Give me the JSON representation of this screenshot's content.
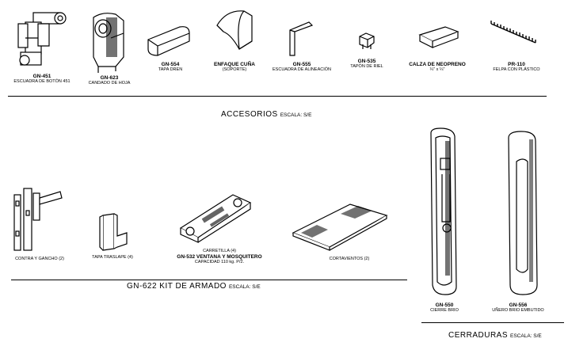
{
  "accesorios": {
    "title": "ACCESORIOS",
    "scale": "ESCALA: S/E",
    "items": [
      {
        "code": "GN-451",
        "name": "ESCUADRA DE BOTÓN 451",
        "icon": "corner-bracket-icon"
      },
      {
        "code": "GN-623",
        "name": "CANDADO DE HOJA",
        "icon": "sash-lock-icon"
      },
      {
        "code": "GN-554",
        "name": "TAPA DREN",
        "icon": "drain-cap-icon"
      },
      {
        "code": "ENFAQUE CUÑA",
        "name": "(SOPORTE)",
        "icon": "wedge-icon"
      },
      {
        "code": "GN-555",
        "name": "ESCUADRA DE ALINEACIÓN",
        "icon": "alignment-bracket-icon"
      },
      {
        "code": "GN-535",
        "name": "TAPÓN DE RIEL",
        "icon": "rail-plug-icon"
      },
      {
        "code": "CALZA DE NEOPRENO",
        "name": "¼\" x ¼\"",
        "icon": "neoprene-shim-icon"
      },
      {
        "code": "PR-110",
        "name": "FELPA CON PLÁSTICO",
        "icon": "weatherstrip-icon"
      }
    ]
  },
  "kit": {
    "title": "GN-622 KIT DE ARMADO",
    "scale": "ESCALA: S/E",
    "items": [
      {
        "name": "CONTRA Y GANCHO (2)",
        "icon": "keeper-hook-icon"
      },
      {
        "name": "TAPA TRASLAPE (4)",
        "icon": "overlap-cap-icon"
      },
      {
        "name": "CARRETILLA (4)",
        "line2": "GN-532 VENTANA Y MOSQUITERO",
        "line3": "CAPACIDAD   110 kg. P/2.",
        "icon": "roller-carriage-icon"
      },
      {
        "name": "CORTAVIENTOS (2)",
        "icon": "windbreak-icon"
      }
    ]
  },
  "cerraduras": {
    "title": "CERRADURAS",
    "scale": "ESCALA: S/E",
    "items": [
      {
        "code": "GN-550",
        "name": "CIERRE BRIO",
        "icon": "brio-latch-icon"
      },
      {
        "code": "GN-556",
        "name": "UÑERO BRIO EMBUTIDO",
        "icon": "recessed-pull-icon"
      }
    ]
  }
}
